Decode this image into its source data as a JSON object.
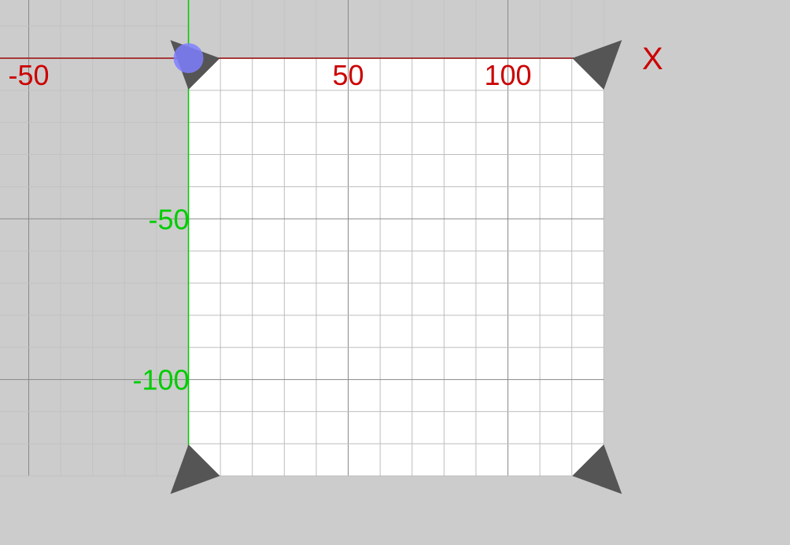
{
  "canvas": {
    "background_color": "#cccccc",
    "paper_color": "#ffffff",
    "minor_grid_color_outside": "#c2c2c2",
    "minor_grid_color_inside": "#bdbdbd",
    "major_grid_color": "#888888",
    "handle_color": "#555555",
    "origin_marker_color": "#7f7fff"
  },
  "axes": {
    "x": {
      "title": "X",
      "color": "#cc0000",
      "tick_labels": [
        "-50",
        "50",
        "100"
      ],
      "tick_values": [
        -50,
        50,
        100
      ]
    },
    "y": {
      "color": "#00cc00",
      "tick_labels": [
        "-50",
        "-100"
      ],
      "tick_values": [
        -50,
        -100
      ]
    }
  },
  "grid": {
    "minor_step": 10,
    "major_step": 50
  },
  "paper": {
    "x_range": [
      0,
      130
    ],
    "y_range": [
      -130,
      0
    ]
  },
  "view": {
    "x_range": [
      -59,
      188.3
    ],
    "y_range": [
      -151.5,
      18.1
    ]
  },
  "icons": {
    "corner_handle": "resize-handle-icon",
    "origin_marker": "origin-point-icon"
  }
}
